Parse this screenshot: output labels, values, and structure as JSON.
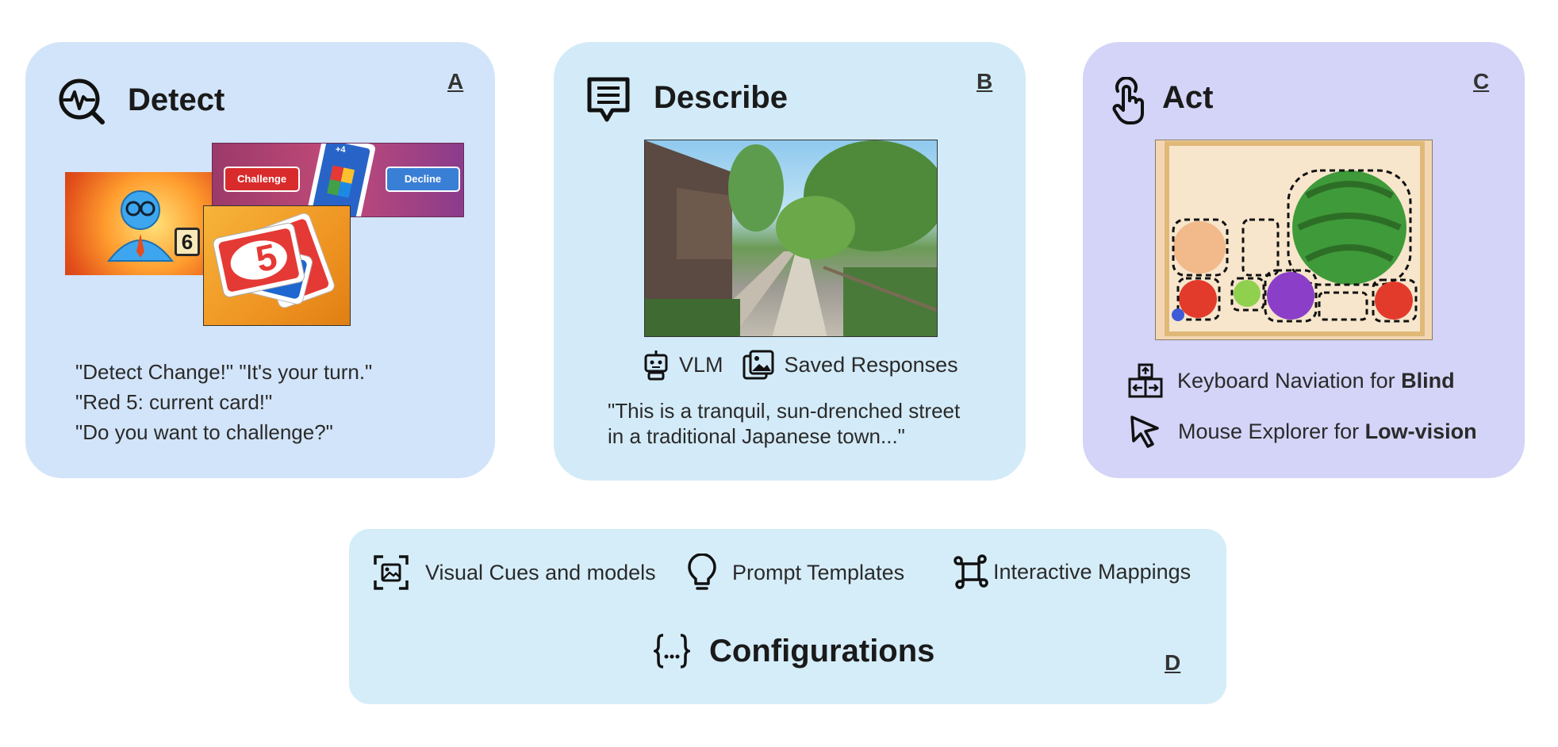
{
  "panel_a": {
    "letter": "A",
    "title": "Detect",
    "icon": "detect-icon",
    "game": {
      "challenge_label": "Challenge",
      "decline_label": "Decline",
      "count": "6",
      "plus_label": "+4",
      "card_number": "5"
    },
    "quotes": [
      "\"Detect Change!\" \"It's your turn.\"",
      "\"Red 5: current card!\"",
      "\"Do you want to challenge?\""
    ]
  },
  "panel_b": {
    "letter": "B",
    "title": "Describe",
    "icon": "message-lines-icon",
    "vlm_label": "VLM",
    "saved_label": "Saved Responses",
    "description": [
      "\"This is a tranquil, sun-drenched street",
      "in a traditional Japanese town...\""
    ]
  },
  "panel_c": {
    "letter": "C",
    "title": "Act",
    "icon": "tap-hand-icon",
    "keyboard_text": "Keyboard Naviation for ",
    "keyboard_bold": "Blind",
    "mouse_text": "Mouse Explorer for ",
    "mouse_bold": "Low-vision"
  },
  "panel_d": {
    "letter": "D",
    "title": "Configurations",
    "items": [
      "Visual Cues and models",
      "Prompt Templates",
      "Interactive Mappings"
    ]
  },
  "colors": {
    "panel_a": "#d2e4f9",
    "panel_b": "#d3ebf8",
    "panel_c": "#d3d4f7",
    "panel_d": "#d5edf9"
  }
}
